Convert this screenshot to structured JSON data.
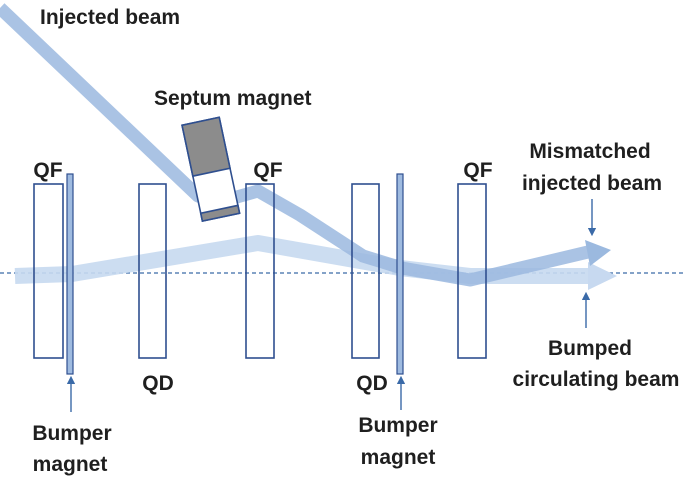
{
  "labels": {
    "injected_beam": "Injected beam",
    "septum_magnet": "Septum magnet",
    "qf": "QF",
    "qd": "QD",
    "mismatched_line1": "Mismatched",
    "mismatched_line2": "injected beam",
    "bumped_line1": "Bumped",
    "bumped_line2": "circulating beam",
    "bumper_line1": "Bumper",
    "bumper_line2": "magnet"
  },
  "colors": {
    "injected_beam": "#9bb9df",
    "circulating_beam": "#c7d9f0",
    "magnet_outline": "#2f4f8f",
    "bumper_fill": "#9fbbe0",
    "septum_fill": "#8c8c8c",
    "reference_line": "#3a6aa8",
    "text": "#1f1f1f"
  }
}
